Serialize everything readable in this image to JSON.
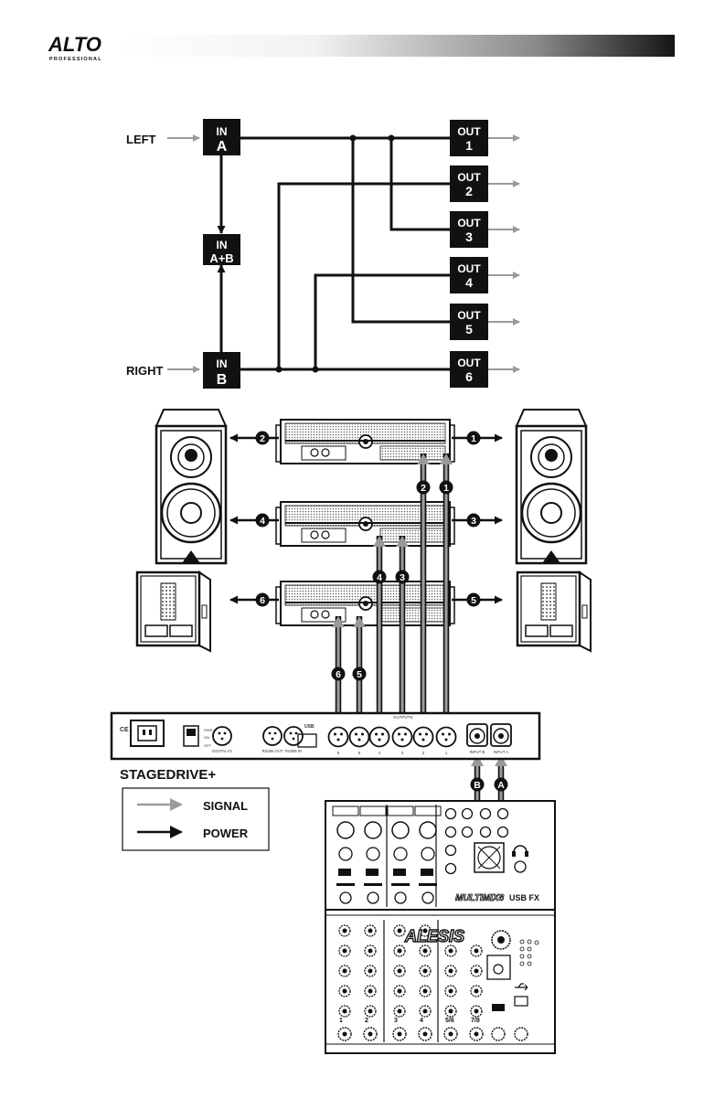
{
  "header": {
    "brand": "ALTO",
    "brand_sub": "PROFESSIONAL"
  },
  "routing": {
    "inputs": {
      "left_label": "LEFT",
      "right_label": "RIGHT",
      "in_a": [
        "IN",
        "A"
      ],
      "in_ab": [
        "IN",
        "A+B"
      ],
      "in_b": [
        "IN",
        "B"
      ]
    },
    "outputs": [
      [
        "OUT",
        "1"
      ],
      [
        "OUT",
        "2"
      ],
      [
        "OUT",
        "3"
      ],
      [
        "OUT",
        "4"
      ],
      [
        "OUT",
        "5"
      ],
      [
        "OUT",
        "6"
      ]
    ]
  },
  "connections": {
    "amp_outputs": [
      "2",
      "1",
      "4",
      "3",
      "6",
      "5"
    ],
    "cables": [
      "2",
      "1",
      "4",
      "3",
      "6",
      "5"
    ],
    "inputs": [
      "B",
      "A"
    ]
  },
  "rear_panel": {
    "product_name": "STAGEDRIVE+",
    "usb_label": "USB",
    "outputs_label": "OUTPUTS",
    "output_numbers": [
      "6",
      "5",
      "4",
      "3",
      "2",
      "1"
    ],
    "input_labels": [
      "INPUT B",
      "INPUT A"
    ],
    "link_labels": [
      "DIGITAL IO",
      "RS485 OUT",
      "RS485 IN"
    ],
    "power_labels": [
      "PWR",
      "ON",
      "OFF"
    ]
  },
  "legend": {
    "signal": "SIGNAL",
    "power": "POWER"
  },
  "mixer": {
    "brand": "ALESIS",
    "model": "MULTIMIX8",
    "model_suffix": "USB FX",
    "channel_numbers": [
      "1",
      "2",
      "3",
      "4",
      "5/6",
      "7/8"
    ]
  },
  "colors": {
    "signal": "#9a9a9a",
    "power": "#111111",
    "block": "#111111"
  }
}
